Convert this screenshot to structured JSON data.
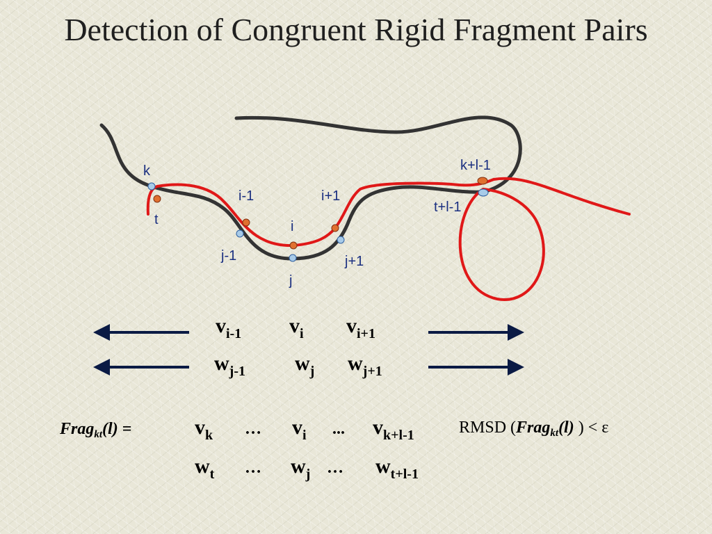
{
  "title": "Detection of Congruent Rigid Fragment Pairs",
  "colors": {
    "protein_a": "#e01818",
    "protein_b": "#333333",
    "point_a": "#e07030",
    "point_b": "#a8cbe8",
    "arrow": "#0a1a44",
    "label": "#1a2f80"
  },
  "curve_labels": {
    "k": "k",
    "t": "t",
    "i_minus_1": "i-1",
    "i_plus_1": "i+1",
    "i": "i",
    "j_minus_1": "j-1",
    "j": "j",
    "j_plus_1": "j+1",
    "k_l_1": "k+l-1",
    "t_l_1": "t+l-1"
  },
  "vector_rows": {
    "v": {
      "base": "v",
      "subs": [
        "i-1",
        "i",
        "i+1"
      ]
    },
    "w": {
      "base": "w",
      "subs": [
        "j-1",
        "j",
        "j+1"
      ]
    }
  },
  "frag_def": {
    "lhs_name": "Frag",
    "lhs_sub": "kt",
    "lhs_arg": "(l) =",
    "v_row": {
      "base": "v",
      "subs": [
        "k",
        "i",
        "k+l-1"
      ],
      "dots": [
        "…",
        "..."
      ]
    },
    "w_row": {
      "base": "w",
      "subs": [
        "t",
        "j",
        "t+l-1"
      ],
      "dots": [
        "…",
        "…"
      ]
    }
  },
  "rmsd": {
    "prefix": "RMSD (",
    "name": "Frag",
    "sub": "kt",
    "arg": "(l)",
    "suffix": " ) < ε"
  }
}
